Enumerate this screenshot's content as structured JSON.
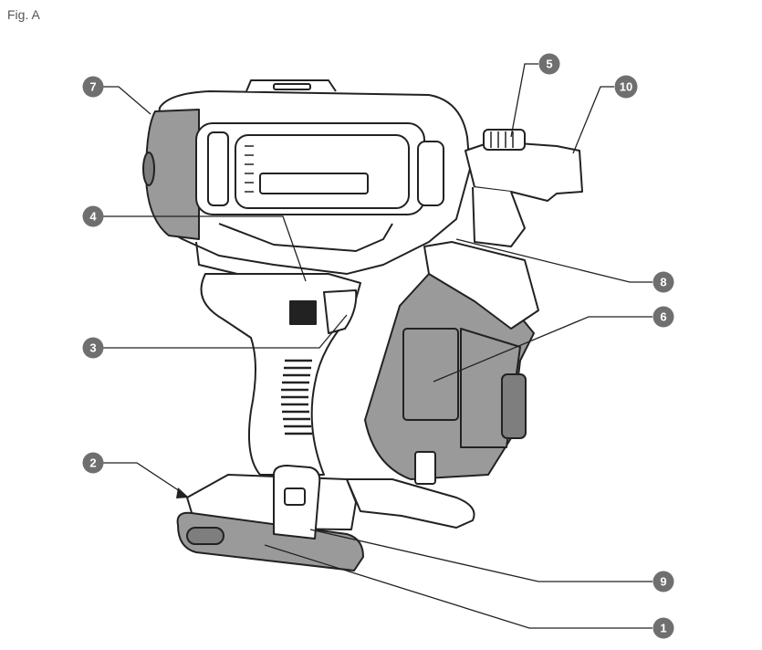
{
  "figure_label": "Fig. A",
  "colors": {
    "callout_fill": "#6f6f6f",
    "line": "#222222",
    "gray_part": "#9a9a9a",
    "body_fill": "#ffffff"
  },
  "callouts": [
    {
      "id": "c1",
      "label": "1"
    },
    {
      "id": "c2",
      "label": "2"
    },
    {
      "id": "c3",
      "label": "3"
    },
    {
      "id": "c4",
      "label": "4"
    },
    {
      "id": "c5",
      "label": "5"
    },
    {
      "id": "c6",
      "label": "6"
    },
    {
      "id": "c7",
      "label": "7"
    },
    {
      "id": "c8",
      "label": "8"
    },
    {
      "id": "c9",
      "label": "9"
    },
    {
      "id": "c10",
      "label": "10"
    }
  ]
}
